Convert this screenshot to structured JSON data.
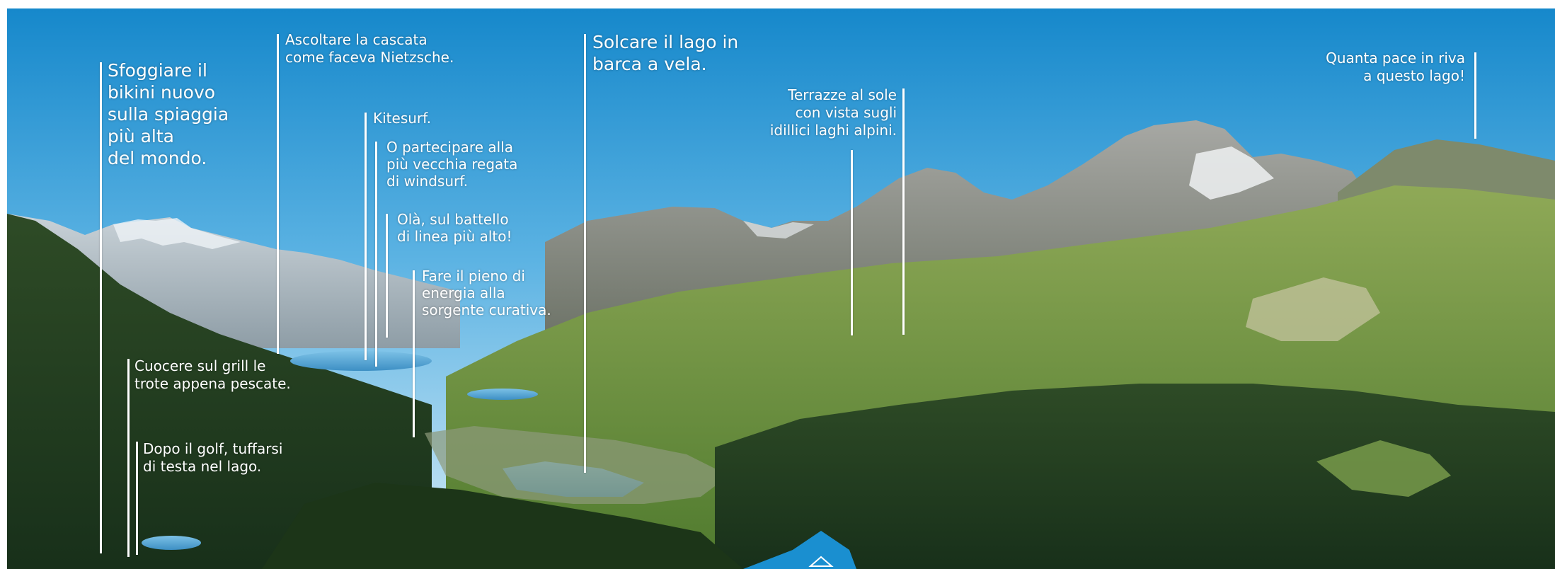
{
  "annotations": {
    "bikini": [
      "Sfoggiare il",
      "bikini nuovo",
      "sulla spiaggia",
      "più alta",
      "del mondo."
    ],
    "cascata": [
      "Ascoltare la cascata",
      "come faceva Nietzsche."
    ],
    "kitesurf": [
      "Kitesurf."
    ],
    "regata": [
      "O partecipare alla",
      "più vecchia regata",
      "di windsurf."
    ],
    "battello": [
      "Olà, sul battello",
      "di linea più alto!"
    ],
    "sorgente": [
      "Fare il pieno di",
      "energia alla",
      "sorgente curativa."
    ],
    "vela": [
      "Solcare il lago in",
      "barca a vela."
    ],
    "terrazze": [
      "Terrazze al sole",
      "con vista sugli",
      "idillici laghi alpini."
    ],
    "pace": [
      "Quanta pace in riva",
      "a questo lago!"
    ],
    "grill": [
      "Cuocere sul grill le",
      "trote appena pescate."
    ],
    "golf": [
      "Dopo il golf, tuffarsi",
      "di testa nel lago."
    ]
  },
  "colors": {
    "sky_top": "#1a8fd0",
    "sky_bottom": "#cfe9f7",
    "forest": "#1f3a1c",
    "meadow": "#7fa24a",
    "lake": "#4e9fd0",
    "logo": "#1a8fd0"
  }
}
